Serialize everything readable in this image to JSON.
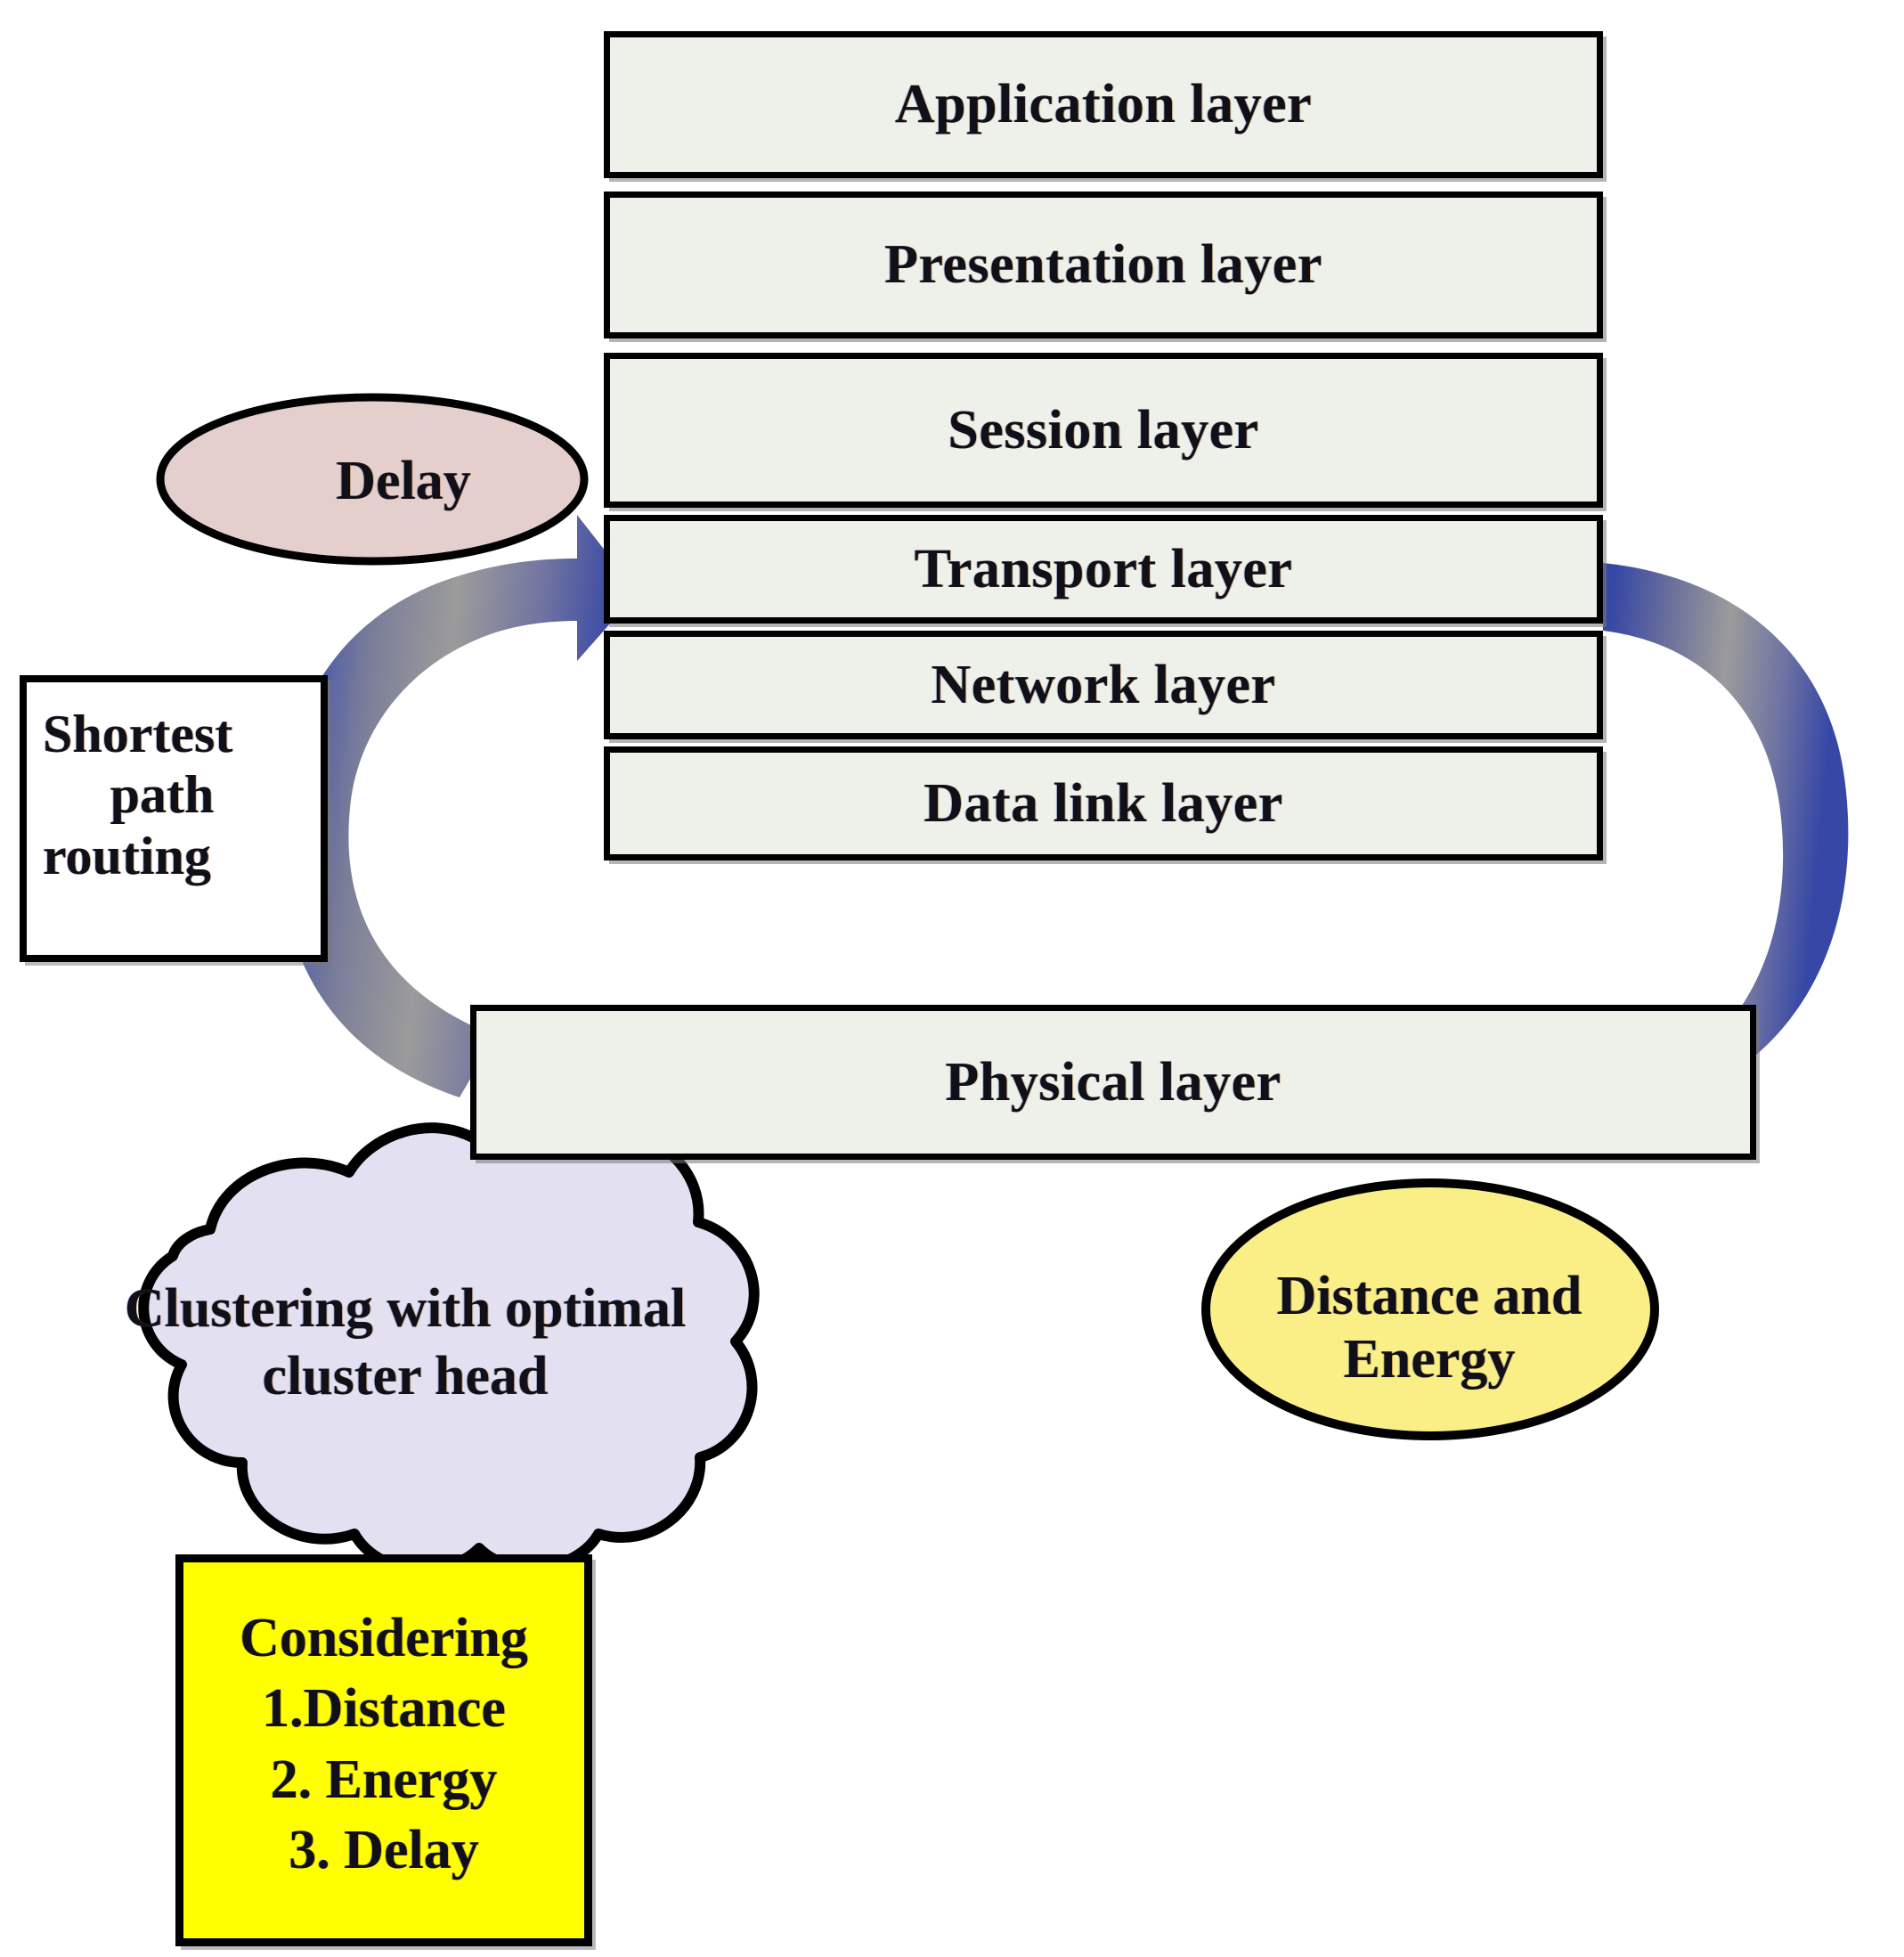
{
  "diagram": {
    "title": "OSI layer stack with cross-layer optimization annotations",
    "colors": {
      "layer_fill": "#EEF1E9",
      "layer_border": "#000000",
      "delay_ellipse_fill": "#E5CFCC",
      "cloud_fill": "#E3E1F1",
      "energy_ellipse_fill": "#FAEE87",
      "considering_box_fill": "#FFFF00",
      "arrow_blue": "#3B4CA8",
      "arrow_grey": "#8A8A8A"
    },
    "layers": [
      {
        "id": "application",
        "label": "Application layer"
      },
      {
        "id": "presentation",
        "label": "Presentation layer"
      },
      {
        "id": "session",
        "label": "Session layer"
      },
      {
        "id": "transport",
        "label": "Transport layer"
      },
      {
        "id": "network",
        "label": "Network layer"
      },
      {
        "id": "datalink",
        "label": "Data link layer"
      },
      {
        "id": "physical",
        "label": "Physical layer"
      }
    ],
    "annotations": {
      "delay": {
        "label": "Delay",
        "shape": "ellipse"
      },
      "shortest_path_routing": {
        "shape": "rectangle",
        "line1": "Shortest",
        "line2": "path",
        "line3": "routing"
      },
      "clustering": {
        "shape": "cloud",
        "line1": "Clustering with optimal",
        "line2": "cluster head"
      },
      "distance_energy": {
        "label": "Distance and Energy",
        "shape": "ellipse"
      },
      "considering": {
        "shape": "rectangle",
        "heading": "Considering",
        "items": [
          "1.Distance",
          "2. Energy",
          "3. Delay"
        ]
      }
    },
    "arrows": [
      {
        "id": "left-arrow",
        "from": "physical-layer-left",
        "to": "transport-layer-left",
        "direction": "up"
      },
      {
        "id": "right-arrow",
        "from": "transport-layer-right",
        "to": "physical-layer-right",
        "direction": "down"
      }
    ]
  }
}
